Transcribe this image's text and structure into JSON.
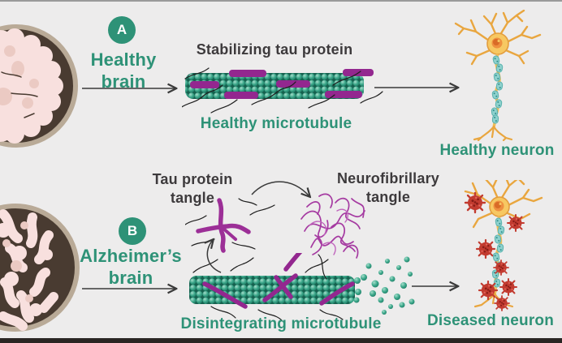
{
  "colors": {
    "background": "#edecec",
    "teal_accent": "#2e9277",
    "dark_text": "#3d3a3c",
    "tau_purple": "#93278f",
    "microtubule_teal": "#35a288",
    "amyloid_red": "#c23b30",
    "neuron_yellow": "#f2bd58"
  },
  "panel_a": {
    "badge": "A",
    "brain_label": {
      "line1": "Healthy",
      "line2": "brain"
    },
    "tau_label": "Stabilizing tau protein",
    "microtubule_label": "Healthy microtubule",
    "neuron_label": "Healthy neuron"
  },
  "panel_b": {
    "badge": "B",
    "brain_label": {
      "line1": "Alzheimer’s",
      "line2": "brain"
    },
    "tau_tangle_label": {
      "line1": "Tau protein",
      "line2": "tangle"
    },
    "neurofibrillary_label": {
      "line1": "Neurofibrillary",
      "line2": "tangle"
    },
    "microtubule_label": "Disintegrating microtubule",
    "neuron_label": "Diseased neuron"
  }
}
